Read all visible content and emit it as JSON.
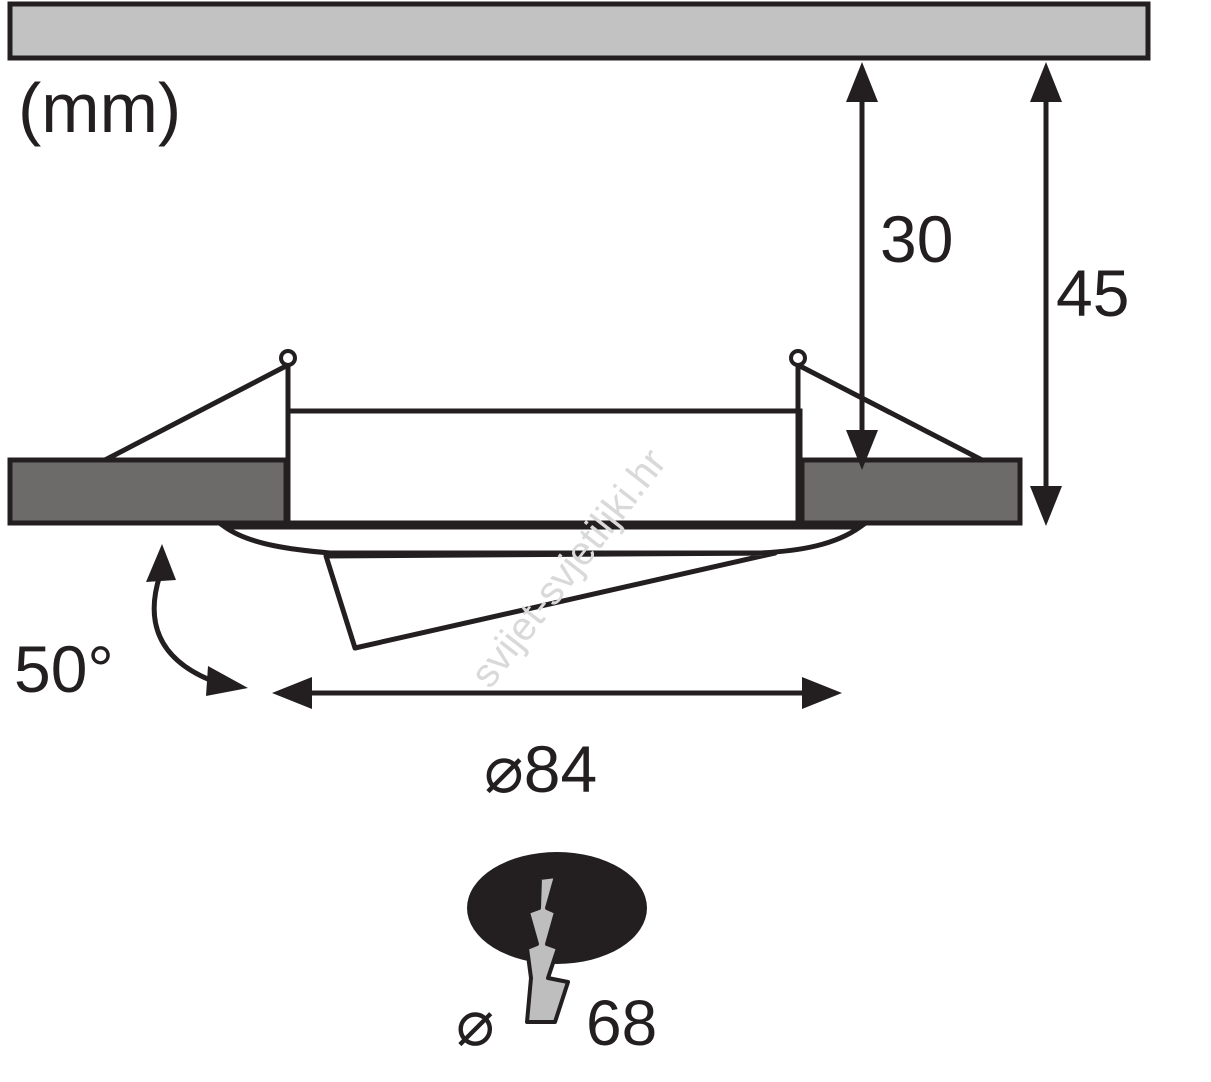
{
  "diagram": {
    "unit_label": "(mm)",
    "dimensions": {
      "height_inner": "30",
      "height_total": "45",
      "outer_diameter": "⌀84",
      "tilt_angle": "50°"
    },
    "cutout": {
      "diameter_symbol": "⌀",
      "diameter_value": "68"
    },
    "watermark": "svijet-svjetiljki.hr",
    "colors": {
      "ceiling_fill": "#c3c2c2",
      "board_fill": "#6d6b6a",
      "line": "#231f20",
      "drill_bit_fill": "#bfbebe"
    }
  }
}
